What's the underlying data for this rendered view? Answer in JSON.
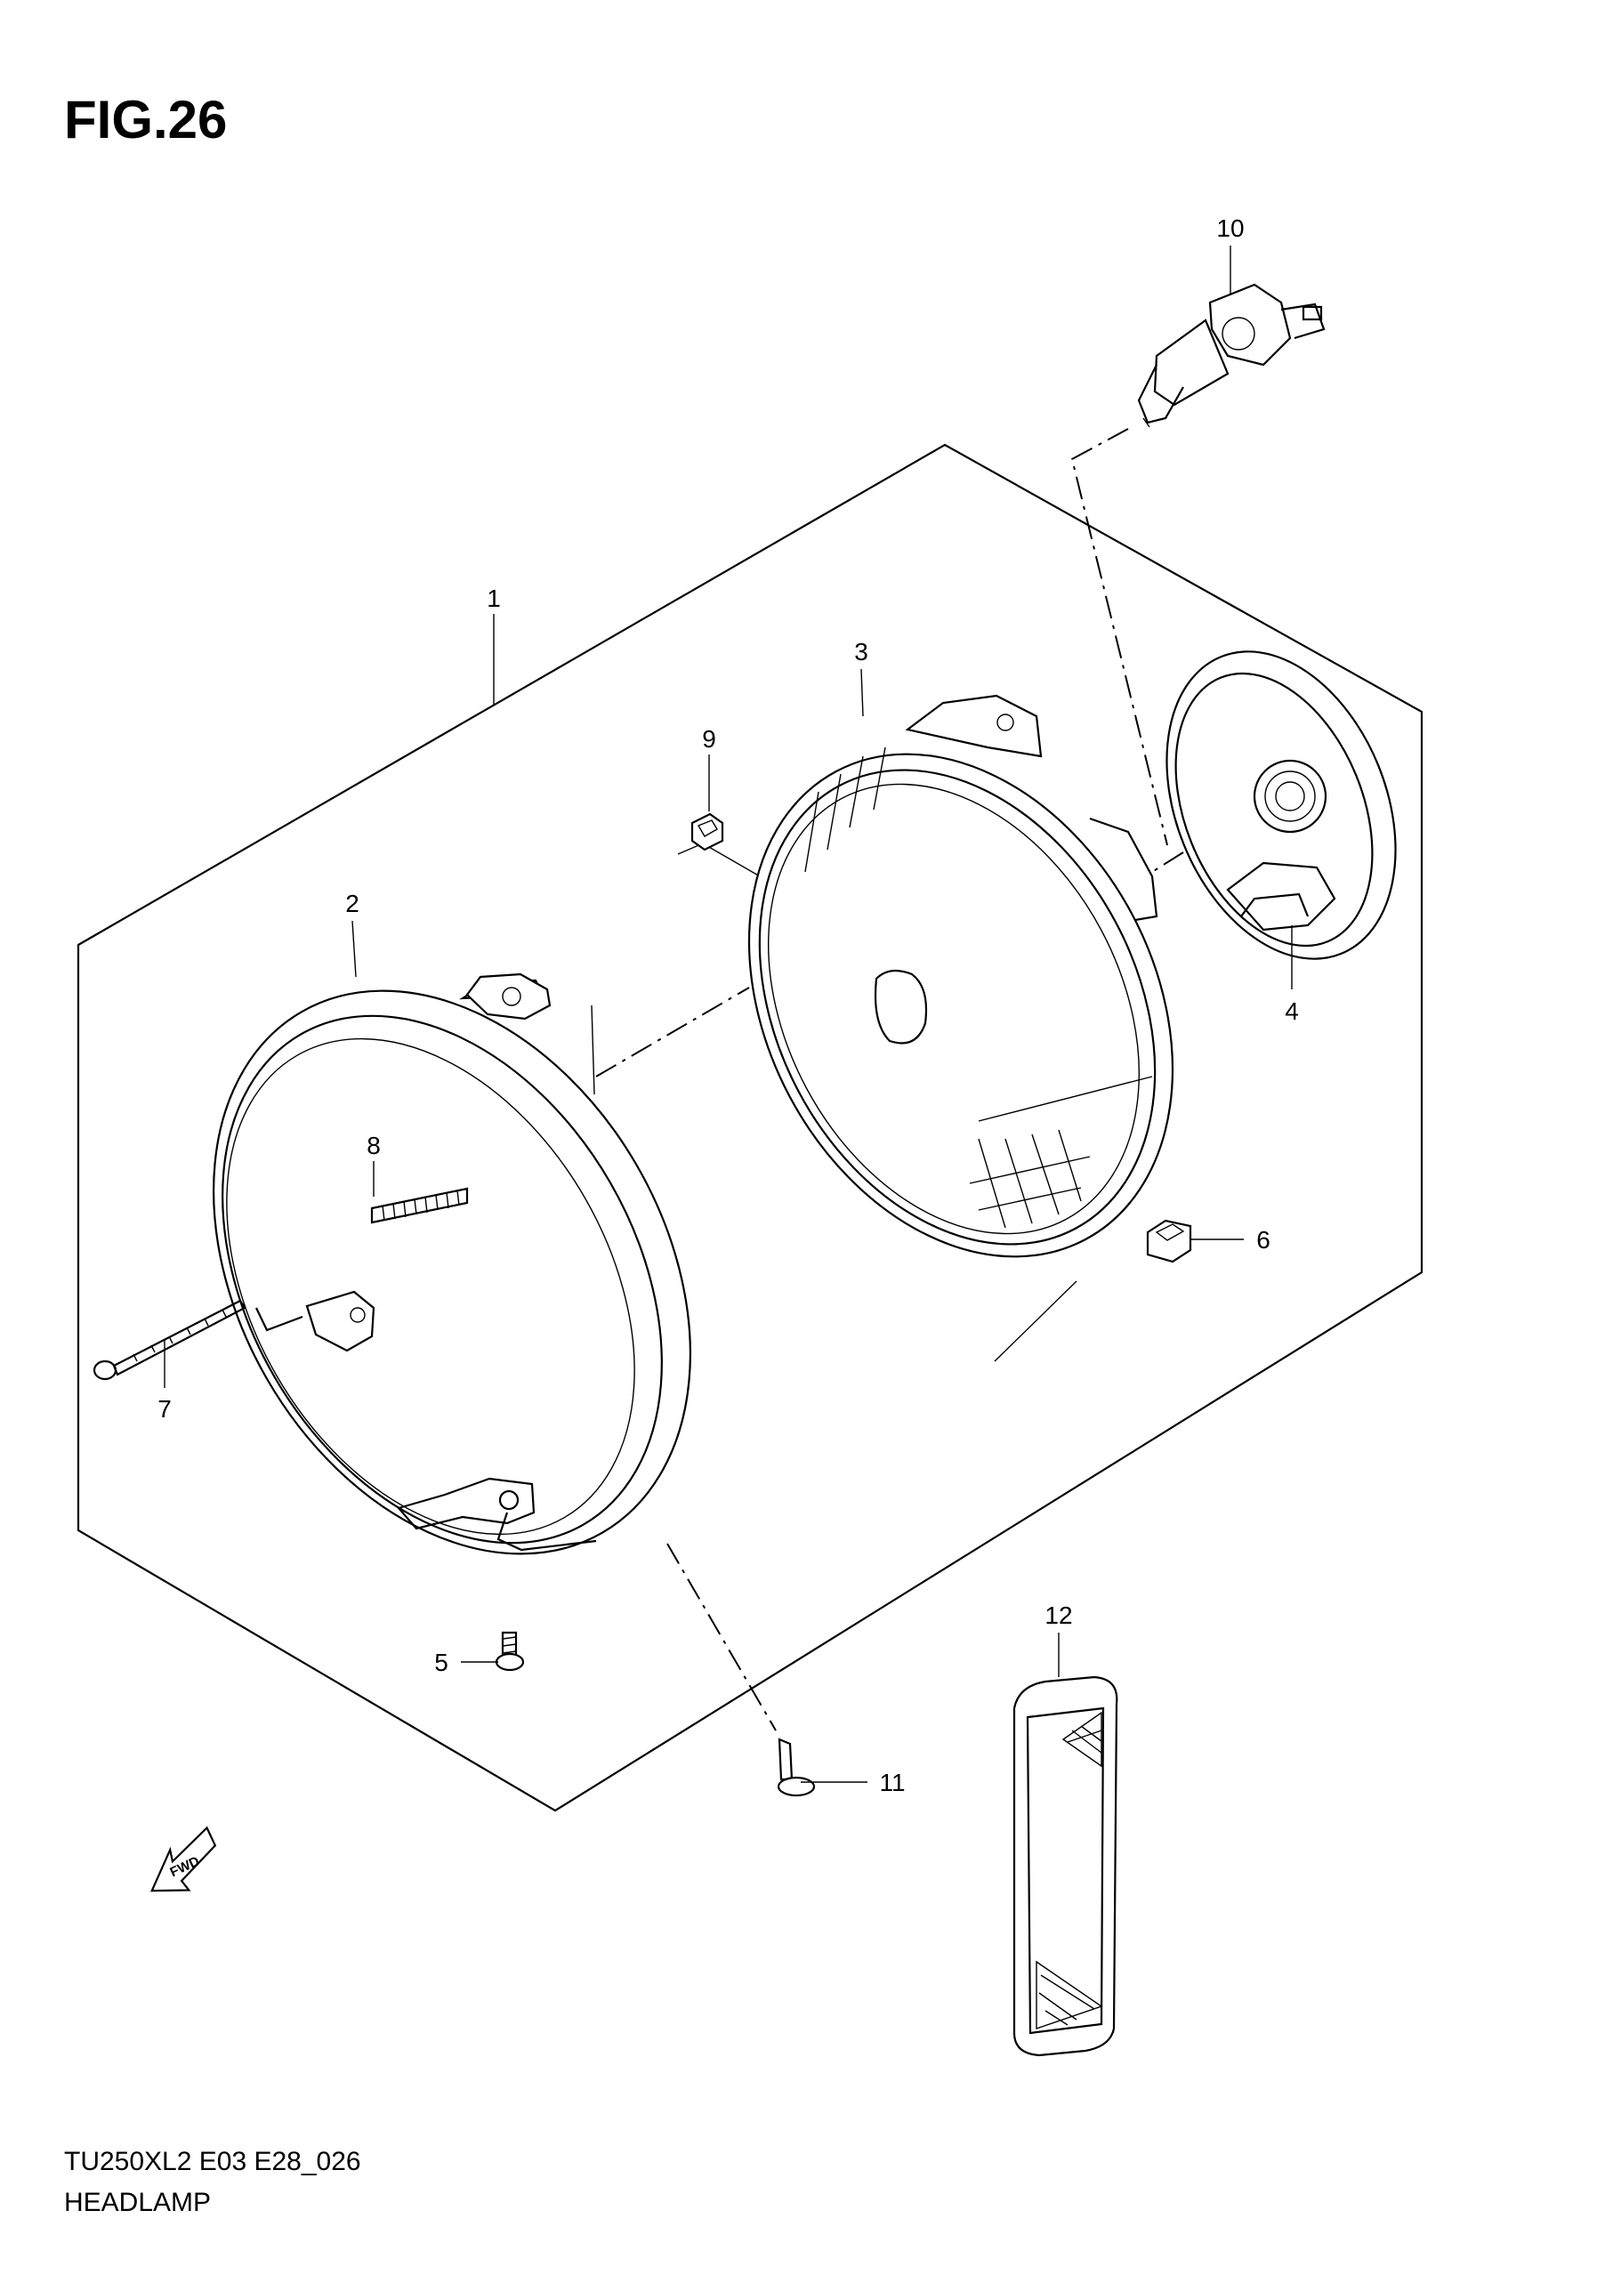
{
  "figure": {
    "title": "FIG.26"
  },
  "callouts": [
    {
      "id": "1",
      "label": "1"
    },
    {
      "id": "2",
      "label": "2"
    },
    {
      "id": "3",
      "label": "3"
    },
    {
      "id": "4",
      "label": "4"
    },
    {
      "id": "5",
      "label": "5"
    },
    {
      "id": "6",
      "label": "6"
    },
    {
      "id": "7",
      "label": "7"
    },
    {
      "id": "8",
      "label": "8"
    },
    {
      "id": "9",
      "label": "9"
    },
    {
      "id": "10",
      "label": "10"
    },
    {
      "id": "11",
      "label": "11"
    },
    {
      "id": "12",
      "label": "12"
    }
  ],
  "fwd_label": "FWD",
  "footer": {
    "code": "TU250XL2 E03 E28_026",
    "name": "HEADLAMP"
  }
}
